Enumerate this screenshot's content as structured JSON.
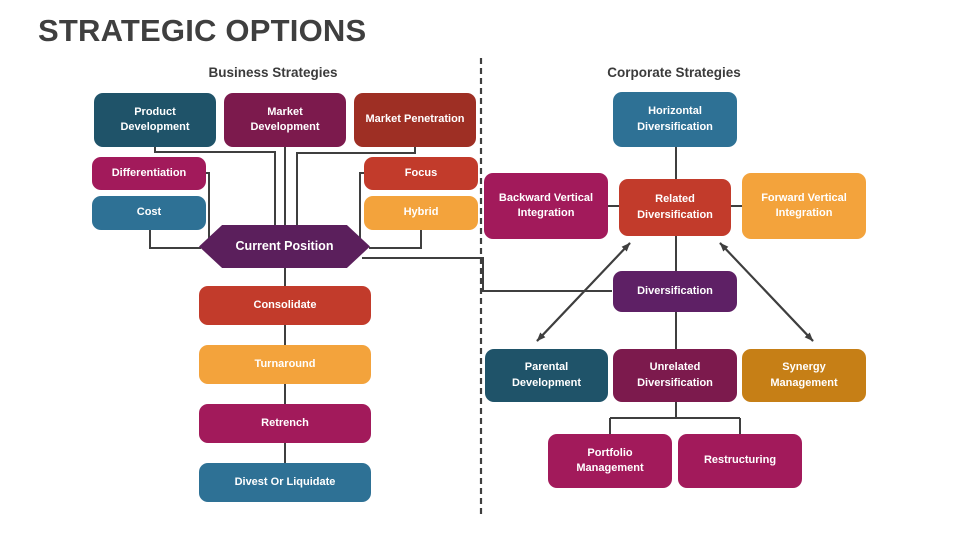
{
  "title": "STRATEGIC OPTIONS",
  "sections": {
    "business": {
      "header": "Business Strategies",
      "nodes": {
        "product_development": "Product Development",
        "market_development": "Market Development",
        "market_penetration": "Market Penetration",
        "differentiation": "Differentiation",
        "cost": "Cost",
        "focus": "Focus",
        "hybrid": "Hybrid",
        "current_position": "Current Position",
        "consolidate": "Consolidate",
        "turnaround": "Turnaround",
        "retrench": "Retrench",
        "divest_or_liquidate": "Divest Or Liquidate"
      }
    },
    "corporate": {
      "header": "Corporate Strategies",
      "nodes": {
        "horizontal_diversification": "Horizontal Diversification",
        "backward_vertical_integration": "Backward Vertical Integration",
        "related_diversification": "Related Diversification",
        "forward_vertical_integration": "Forward Vertical Integration",
        "diversification": "Diversification",
        "parental_development": "Parental Development",
        "unrelated_diversification": "Unrelated Diversification",
        "synergy_management": "Synergy Management",
        "portfolio_management": "Portfolio Management",
        "restructuring": "Restructuring"
      }
    }
  },
  "colors": {
    "title_text": "#3F3F3F",
    "header_text": "#3B3B3B",
    "label_text": "#FFFFFF",
    "dark_teal": "#1F5369",
    "teal": "#2E7195",
    "maroon": "#7C1A4D",
    "brick": "#9E2F24",
    "magenta": "#A21A5B",
    "red": "#C23B2B",
    "orange": "#F3A33C",
    "dark_purple": "#5B1F5C",
    "purple": "#5E2065",
    "gold": "#C67F16",
    "connector": "#3F3F3F"
  }
}
